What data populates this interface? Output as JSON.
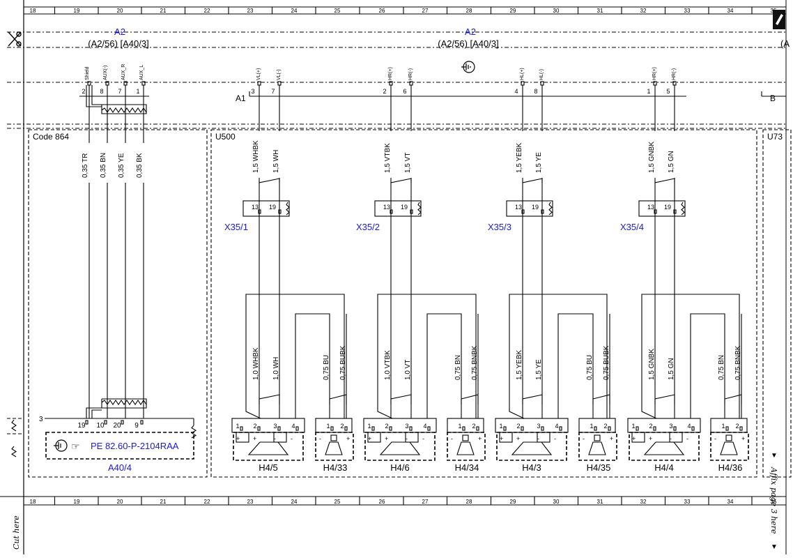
{
  "frame": {
    "columns": [
      "18",
      "19",
      "20",
      "21",
      "22",
      "23",
      "24",
      "25",
      "26",
      "27",
      "28",
      "29",
      "30",
      "31",
      "32",
      "33",
      "34",
      "35"
    ],
    "cut_here": "Cut here",
    "affix_page": "Affix page 3 here",
    "arrow": "▼"
  },
  "headers": {
    "a2_left": {
      "title": "A2",
      "refs": "(A2/56)  [A40/3]"
    },
    "a2_right": {
      "title": "A2",
      "refs": "(A2/56)  [A40/3]"
    },
    "a_edge": "(A"
  },
  "modules": {
    "A1": "A1",
    "B": "B",
    "code864": "Code 864",
    "U500": "U500",
    "U73": "U73"
  },
  "aux_pins": [
    {
      "label": "Shield",
      "num": "2"
    },
    {
      "label": "AUX(-)",
      "num": "8"
    },
    {
      "label": "AUX_R",
      "num": "7"
    },
    {
      "label": "AUX_L",
      "num": "1"
    }
  ],
  "aux_wires": [
    "0,35 TR",
    "0,35 BN",
    "0,35 YE",
    "0,35 BK"
  ],
  "a40_4": {
    "pin3": "3",
    "pins": [
      "19",
      "10",
      "20",
      "9"
    ],
    "ref": "PE 82.60-P-2104RAA",
    "label": "A40/4"
  },
  "channels": [
    {
      "pins": [
        {
          "label": "VL(+)",
          "num": "3"
        },
        {
          "label": "VL(-)",
          "num": "7"
        }
      ],
      "wires_top": [
        "1,5 WHBK",
        "1,5 WH"
      ],
      "connector": {
        "pins": [
          "13",
          "19"
        ],
        "label": "X35/1"
      },
      "wires_bottom": [
        "1,0 WHBK",
        "1,0 WH",
        "0,75 BU",
        "0,75 BUBK"
      ],
      "spk_large": {
        "pins": [
          "1",
          "2",
          "3",
          "4"
        ],
        "label": "H4/5",
        "polarity": [
          "+",
          "+",
          "-",
          "-"
        ]
      },
      "spk_small": {
        "pins": [
          "1",
          "2"
        ],
        "label": "H4/33",
        "polarity": [
          "-",
          "+"
        ]
      }
    },
    {
      "pins": [
        {
          "label": "HR(+)",
          "num": "2"
        },
        {
          "label": "HR(-)",
          "num": "6"
        }
      ],
      "wires_top": [
        "1,5 VTBK",
        "1,5 VT"
      ],
      "connector": {
        "pins": [
          "13",
          "19"
        ],
        "label": "X35/2"
      },
      "wires_bottom": [
        "1,0 VTBK",
        "1,0 VT",
        "0,75 BN",
        "0,75 BNBK"
      ],
      "spk_large": {
        "pins": [
          "1",
          "2",
          "3",
          "4"
        ],
        "label": "H4/6",
        "polarity": [
          "+",
          "+",
          "-",
          "-"
        ]
      },
      "spk_small": {
        "pins": [
          "1",
          "2"
        ],
        "label": "H4/34",
        "polarity": [
          "-",
          "+"
        ]
      }
    },
    {
      "pins": [
        {
          "label": "HL(+)",
          "num": "4"
        },
        {
          "label": "HL(-)",
          "num": "8"
        }
      ],
      "wires_top": [
        "1,5 YEBK",
        "1,5 YE"
      ],
      "connector": {
        "pins": [
          "13",
          "19"
        ],
        "label": "X35/3"
      },
      "wires_bottom": [
        "1,5 YEBK",
        "1,5 YE",
        "0,75 BU",
        "0,75 BUBK"
      ],
      "spk_large": {
        "pins": [
          "1",
          "2",
          "3",
          "4"
        ],
        "label": "H4/3",
        "polarity": [
          "+",
          "+",
          "-",
          "-"
        ]
      },
      "spk_small": {
        "pins": [
          "1",
          "2"
        ],
        "label": "H4/35",
        "polarity": [
          "-",
          "+"
        ]
      }
    },
    {
      "pins": [
        {
          "label": "HR(+)",
          "num": "1"
        },
        {
          "label": "HR(-)",
          "num": "5"
        }
      ],
      "wires_top": [
        "1,5 GNBK",
        "1,5 GN"
      ],
      "connector": {
        "pins": [
          "13",
          "19"
        ],
        "label": "X35/4"
      },
      "wires_bottom": [
        "1,5 GNBK",
        "1,5 GN",
        "0,75 BN",
        "0,75 BNBK"
      ],
      "spk_large": {
        "pins": [
          "1",
          "2",
          "3",
          "4"
        ],
        "label": "H4/4",
        "polarity": [
          "+",
          "+",
          "-",
          "-"
        ]
      },
      "spk_small": {
        "pins": [
          "1",
          "2"
        ],
        "label": "H4/36",
        "polarity": [
          "-",
          "+"
        ]
      }
    }
  ],
  "icons": {
    "scissors": "scissors-icon",
    "ground": "ground-symbol-icon",
    "note": "note-icon",
    "hand": "pointing-hand-icon"
  }
}
